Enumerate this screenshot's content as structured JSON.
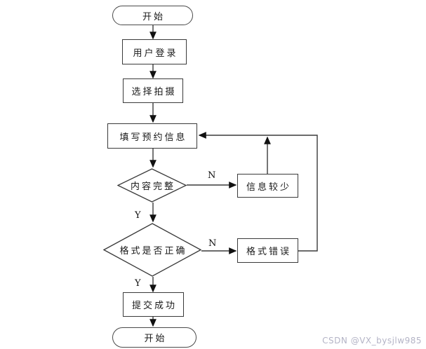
{
  "canvas": {
    "background": "#ffffff",
    "line_color": "#3a3a3a",
    "arrow_color": "#111111"
  },
  "flowchart": {
    "nodes": {
      "start_top": "开始",
      "user_login": "用户登录",
      "choose_shoot": "选择拍摄",
      "fill_reservation": "填写预约信息",
      "content_complete": "内容完整",
      "info_insufficient": "信息较少",
      "format_correct": "格式是否正确",
      "format_error": "格式错误",
      "submit_success": "提交成功",
      "end_bottom": "开始"
    },
    "edge_labels": {
      "content_no": "N",
      "content_yes": "Y",
      "format_no": "N",
      "format_yes": "Y"
    }
  },
  "watermark": {
    "text": "CSDN @VX_bysjlw985",
    "color": "#b4b4c6"
  }
}
